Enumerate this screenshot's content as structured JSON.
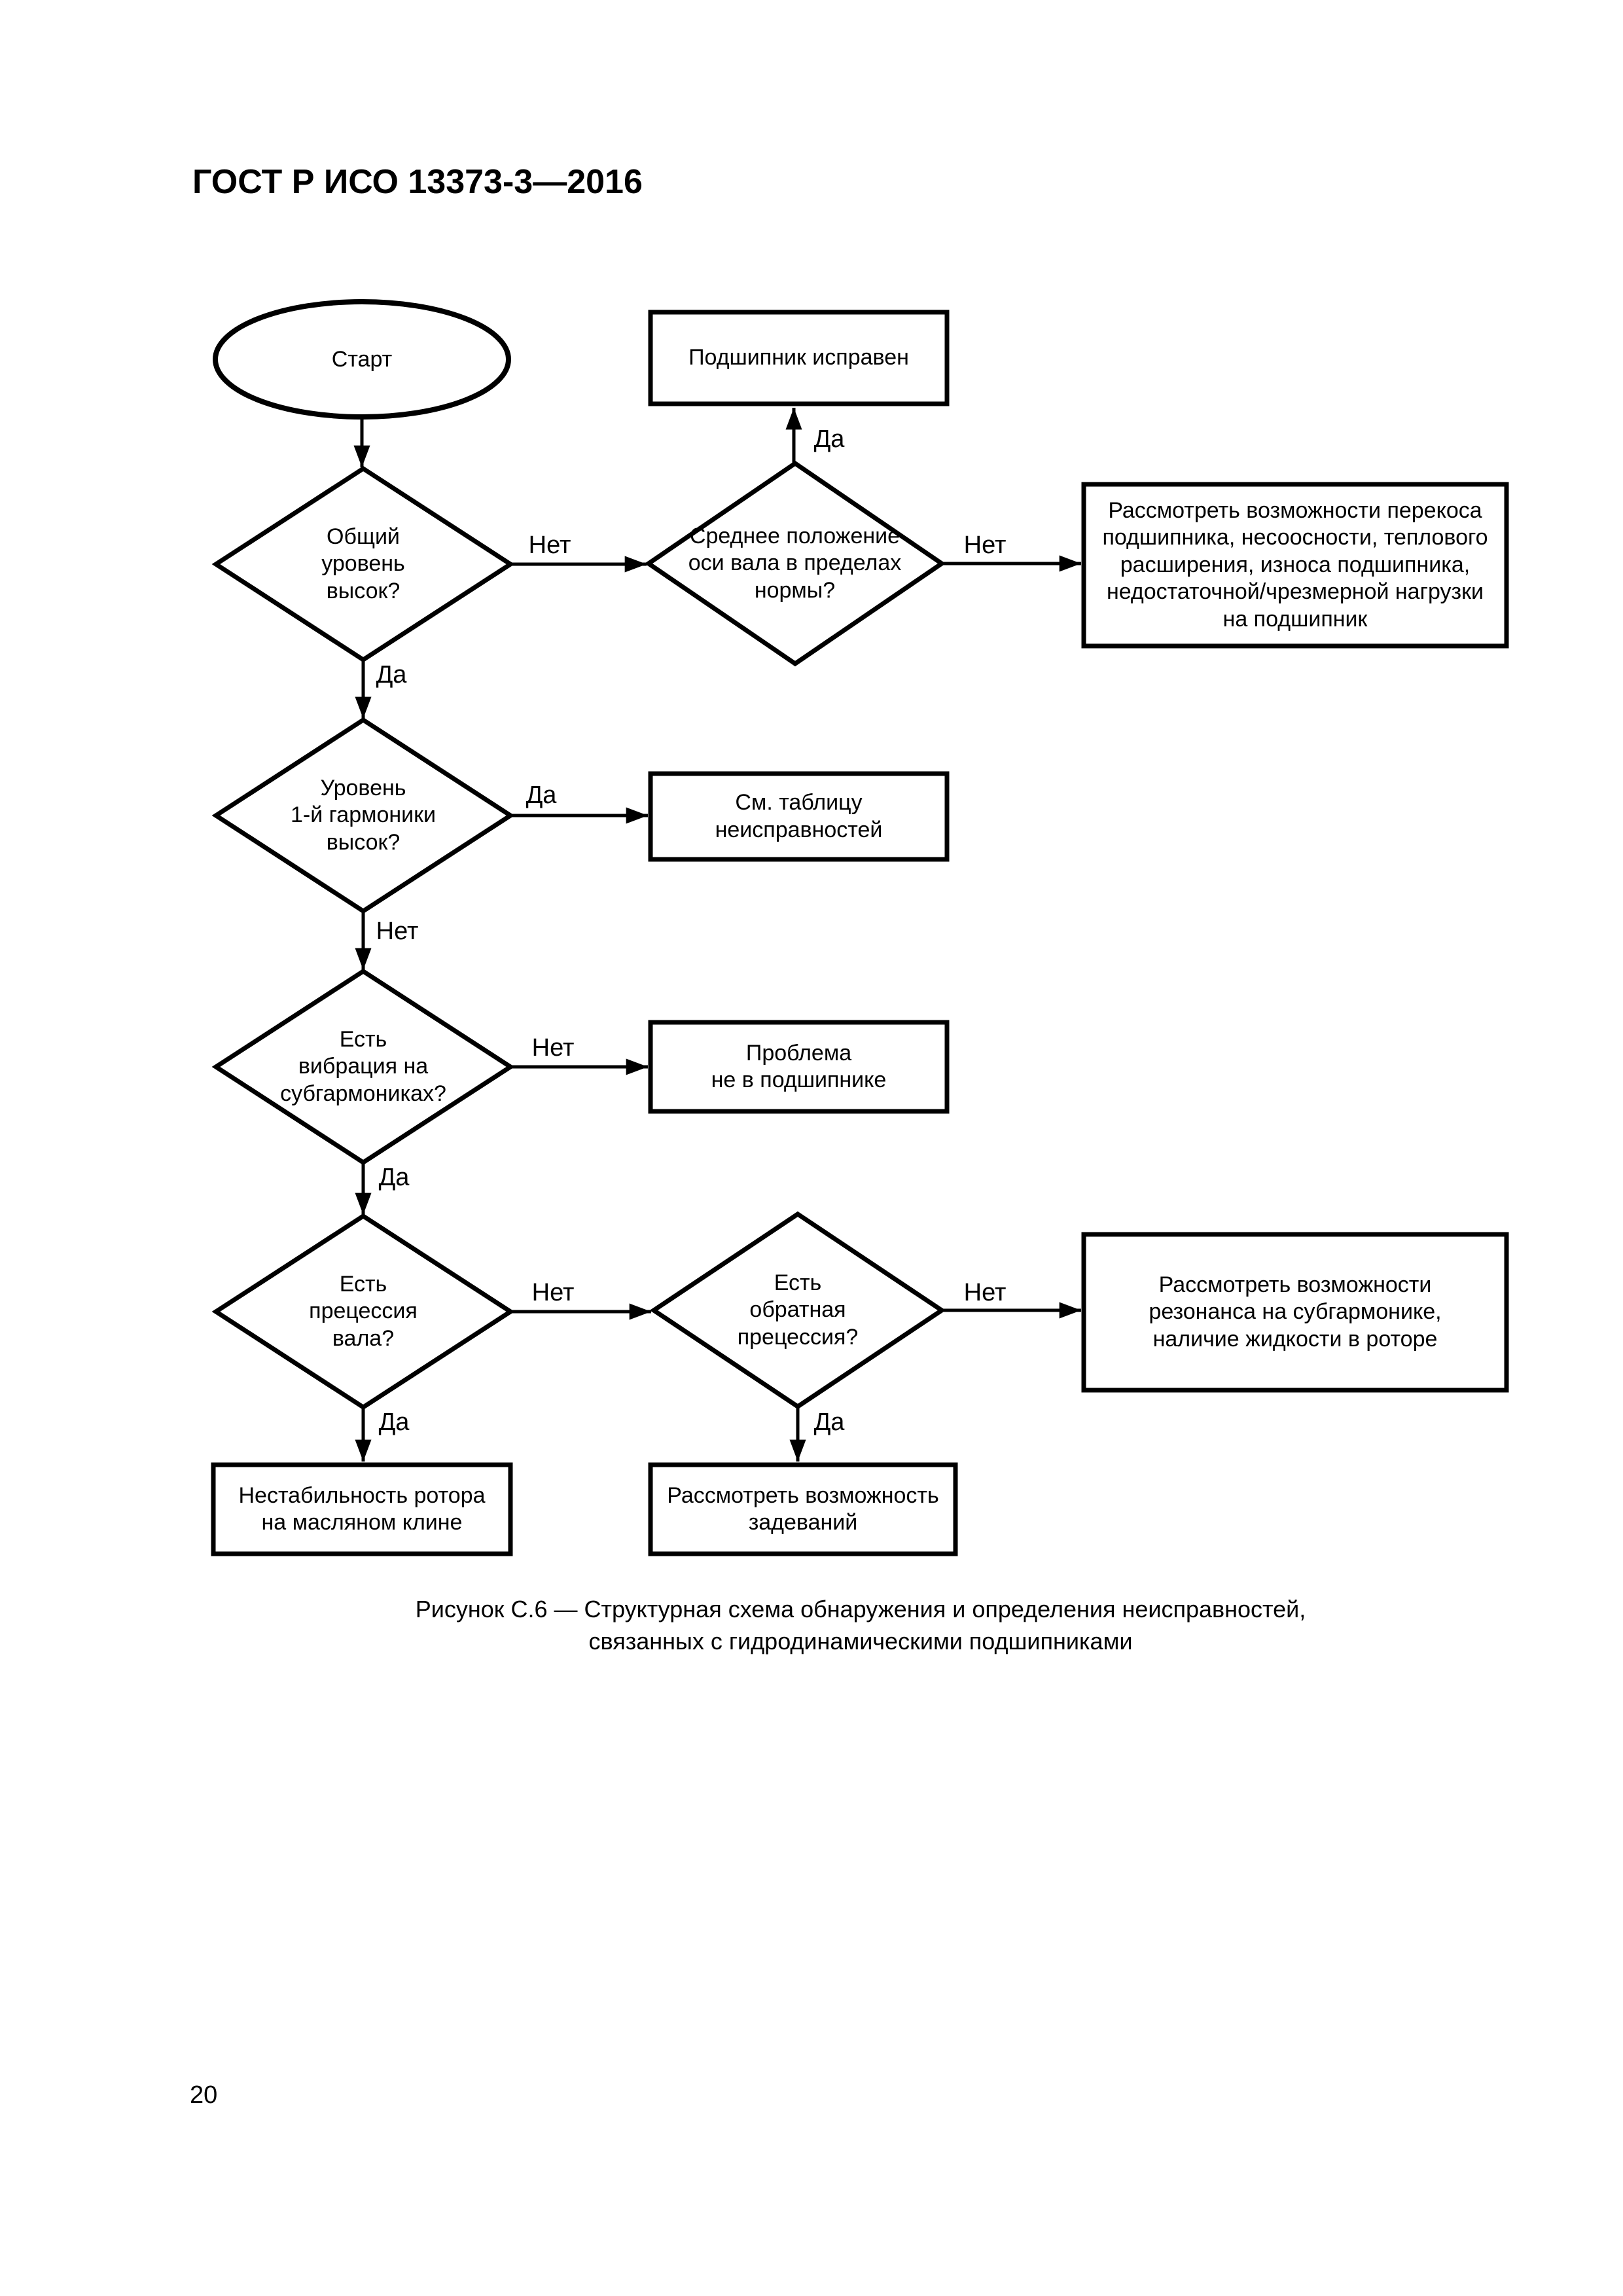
{
  "page": {
    "header_title": "ГОСТ Р ИСО 13373-3—2016",
    "page_number": "20"
  },
  "caption": {
    "line1": "Рисунок С.6 — Структурная схема обнаружения и определения неисправностей,",
    "line2": "связанных с гидродинамическими подшипниками"
  },
  "flowchart": {
    "labels": {
      "yes": "Да",
      "no": "Нет"
    },
    "nodes": {
      "start": "Старт",
      "bearing_ok": "Подшипник исправен",
      "overall_level_high": "Общий\nуровень\nвысок?",
      "shaft_center_ok": "Среднее положение\nоси вала в пределах\nнормы?",
      "consider_misalignment": "Рассмотреть возможности перекоса\nподшипника, несоосности, теплового\nрасширения, износа подшипника,\nнедостаточной/чрезмерной нагрузки\nна подшипник",
      "first_harmonic_high": "Уровень\n1-й гармоники\nвысок?",
      "see_fault_table": "См. таблицу\nнеисправностей",
      "subharmonic_vibration": "Есть\nвибрация на\nсубгармониках?",
      "problem_not_bearing": "Проблема\nне в подшипнике",
      "shaft_precession": "Есть\nпрецессия\nвала?",
      "reverse_precession": "Есть\nобратная\nпрецессия?",
      "consider_resonance": "Рассмотреть возможности\nрезонанса на субгармонике,\nналичие жидкости в роторе",
      "rotor_instability": "Нестабильность ротора\nна масляном клине",
      "consider_rubbing": "Рассмотреть возможность\nзадеваний"
    }
  }
}
